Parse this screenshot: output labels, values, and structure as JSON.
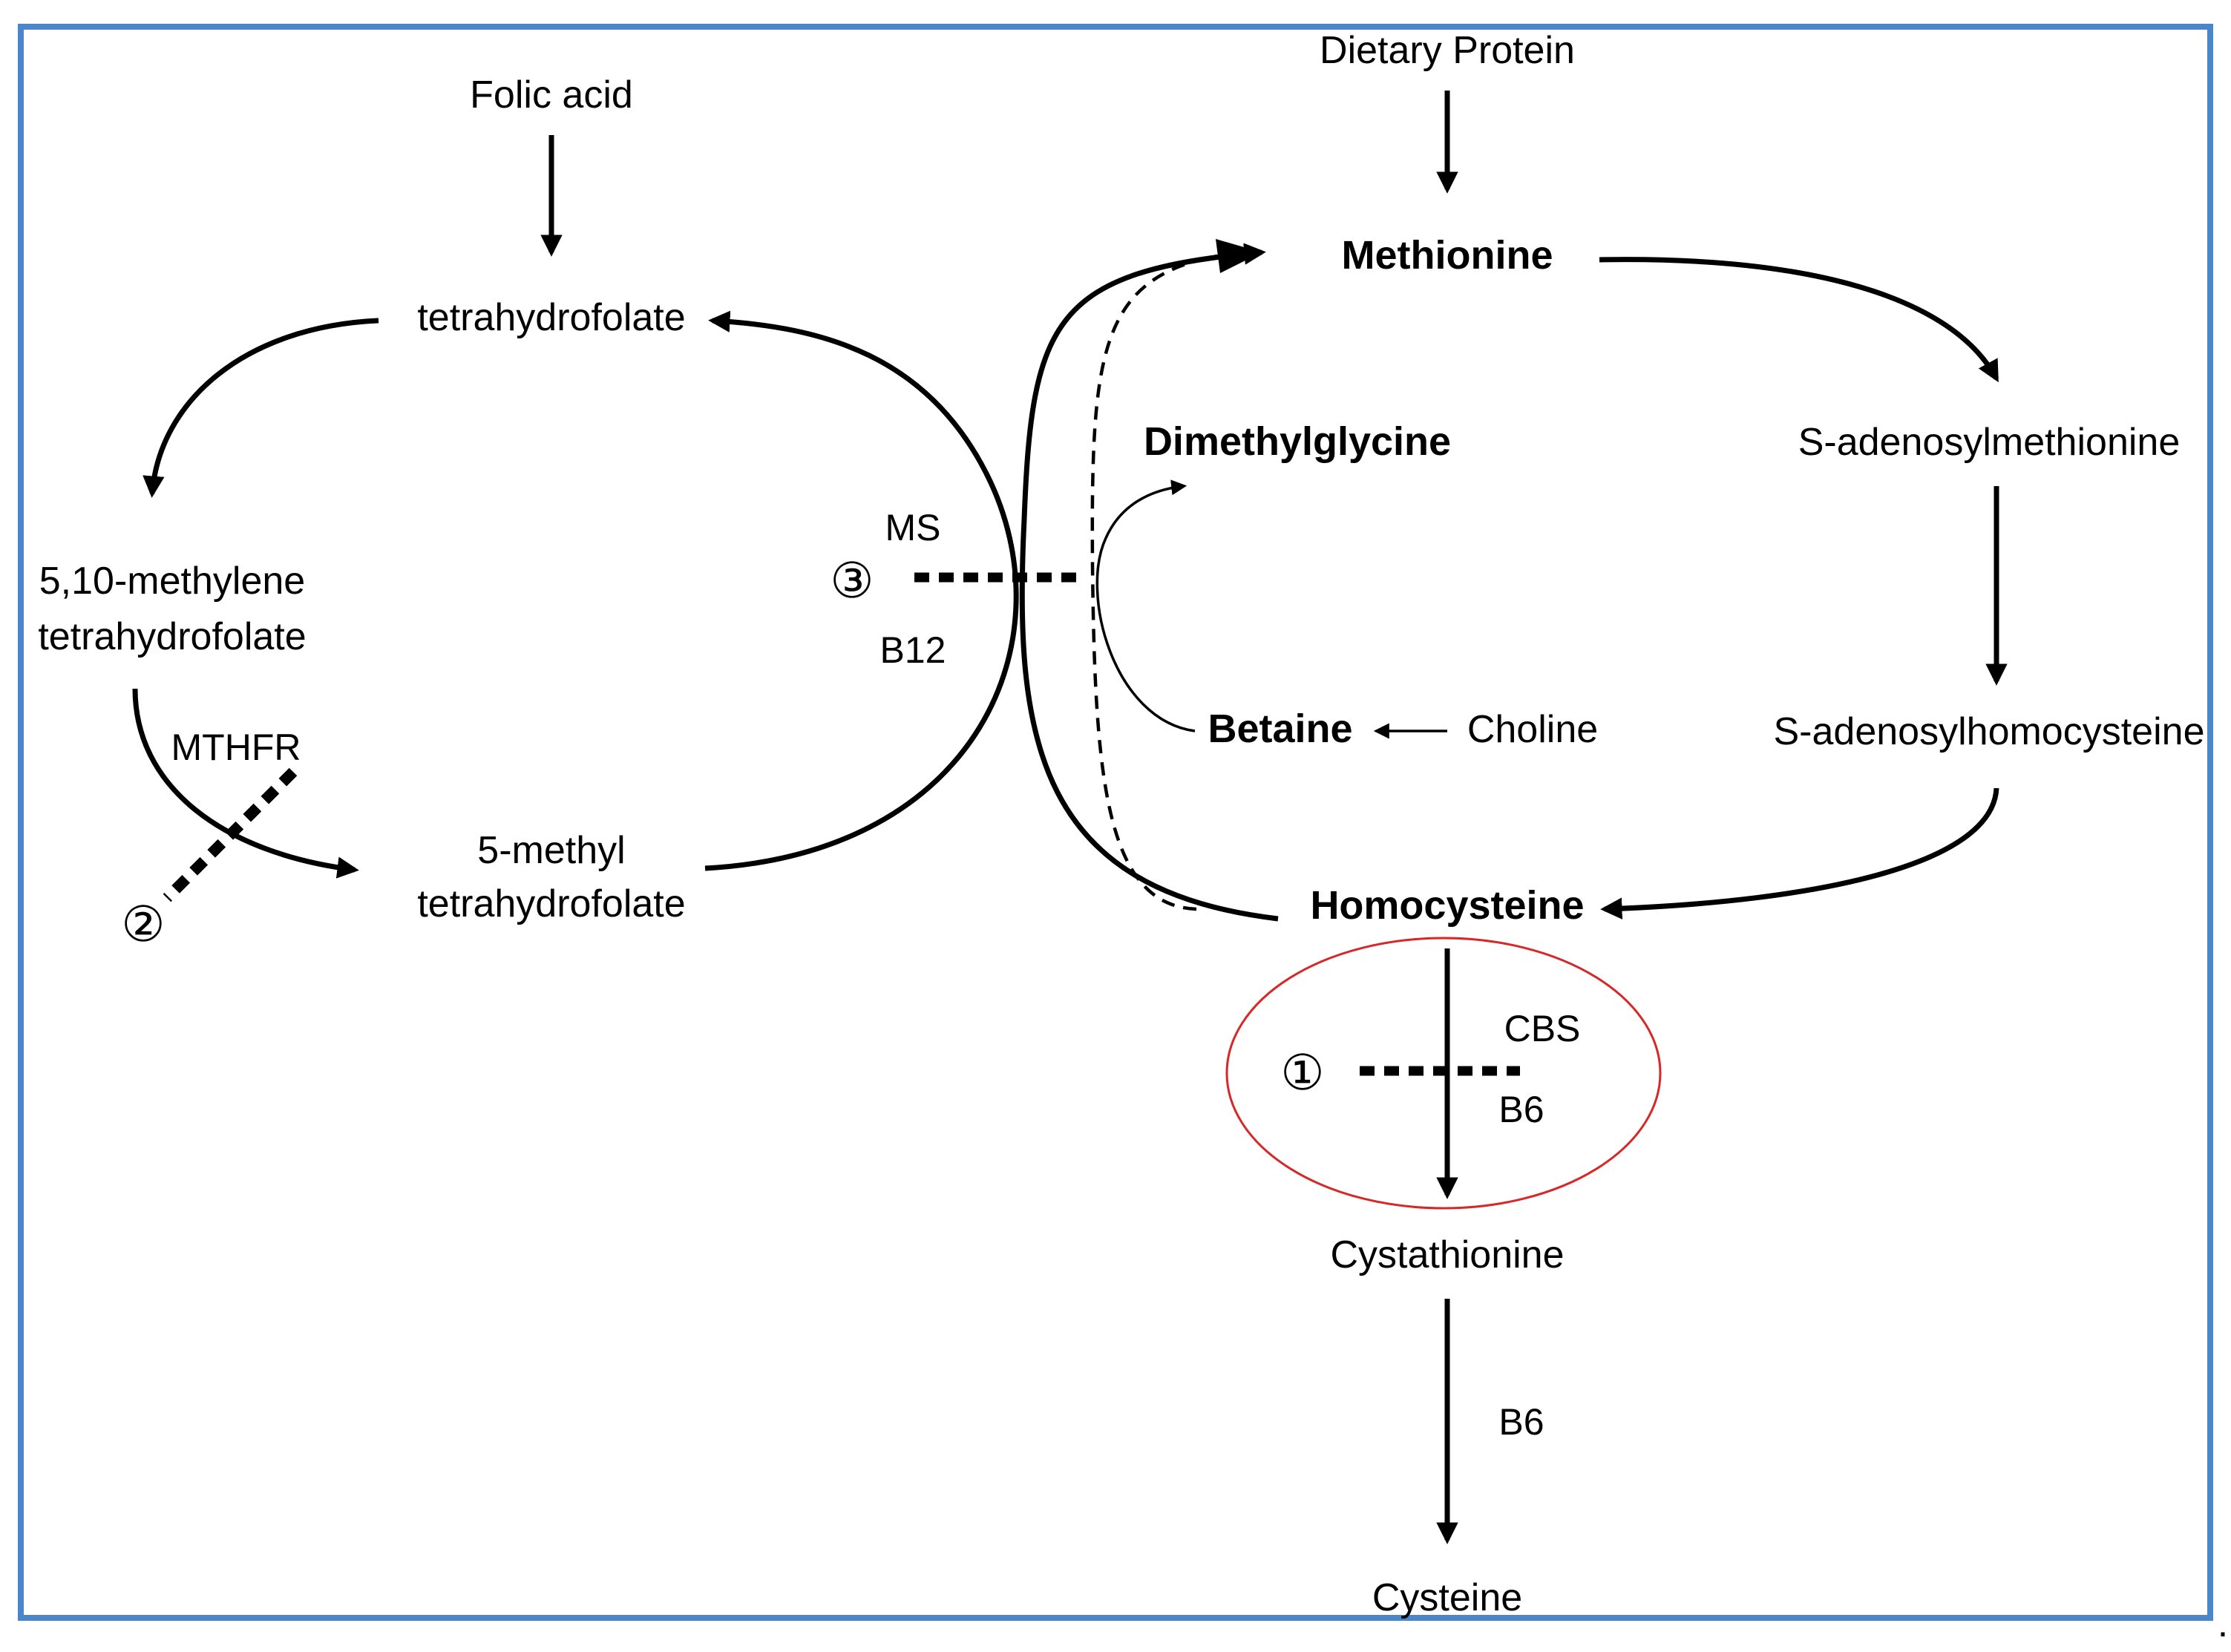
{
  "nodes": {
    "folic_acid": "Folic acid",
    "thf": "tetrahydrofolate",
    "methylene_thf_line1": "5,10-methylene",
    "methylene_thf_line2": "tetrahydrofolate",
    "methyl_thf_line1": "5-methyl",
    "methyl_thf_line2": "tetrahydrofolate",
    "dietary_protein": "Dietary Protein",
    "methionine": "Methionine",
    "dimethylglycine": "Dimethylglycine",
    "sam": "S-adenosylmethionine",
    "sah": "S-adenosylhomocysteine",
    "betaine": "Betaine",
    "choline": "Choline",
    "homocysteine": "Homocysteine",
    "cystathionine": "Cystathionine",
    "cysteine": "Cysteine"
  },
  "enzymes": {
    "mthfr": "MTHFR",
    "ms": "MS",
    "b12": "B12",
    "cbs": "CBS",
    "b6_cbs": "B6",
    "b6_cystathionine": "B6"
  },
  "markers": {
    "block_1": "①",
    "block_2": "②",
    "block_3": "③"
  },
  "trailing_mark": ".",
  "colors": {
    "frame": "#4a86c8",
    "highlight_ellipse": "#d62828",
    "lines": "#000000"
  }
}
